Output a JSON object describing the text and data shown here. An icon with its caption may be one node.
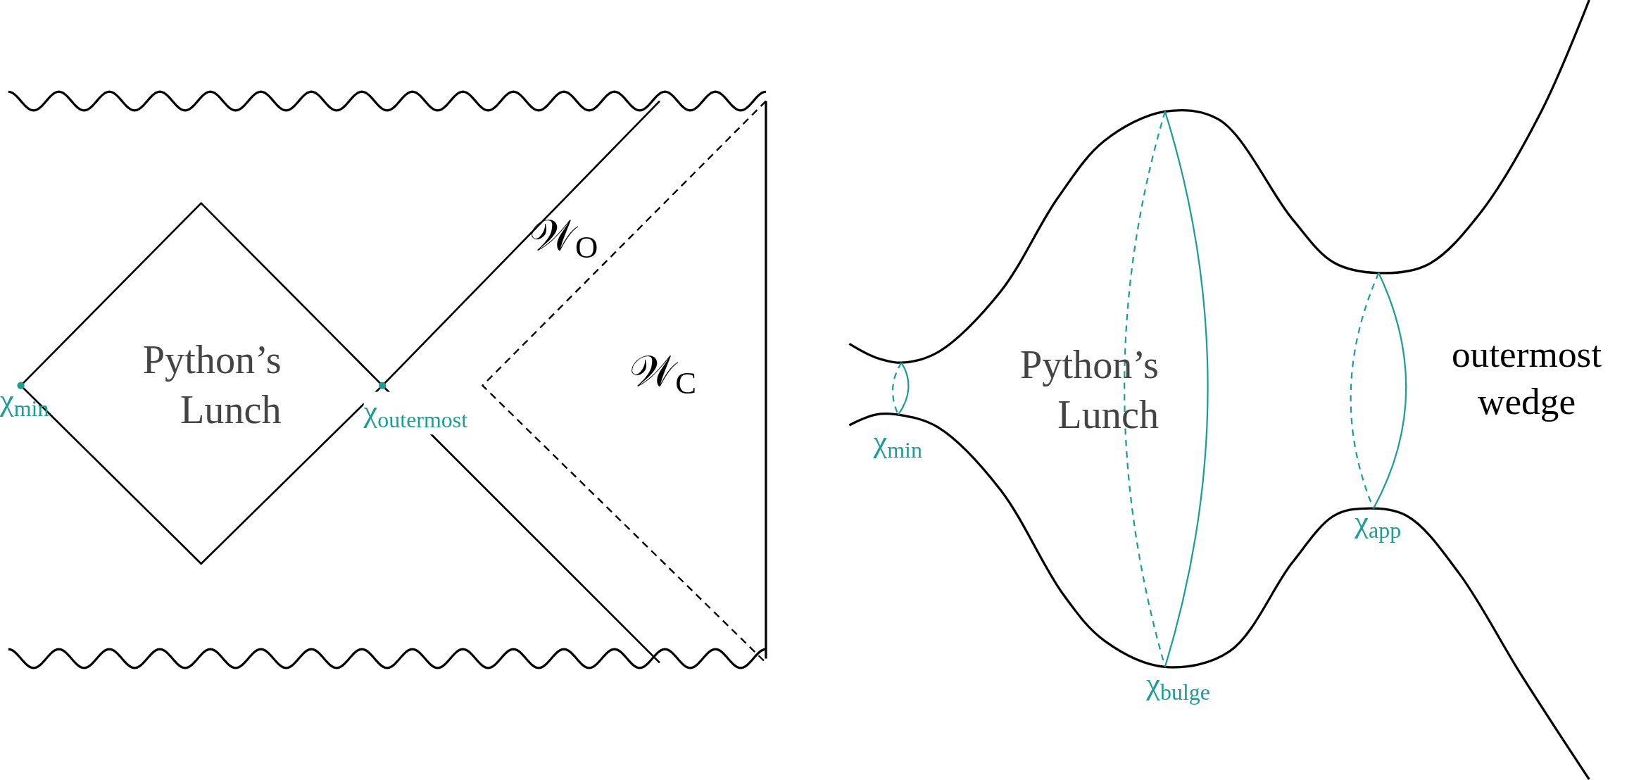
{
  "diagram": {
    "labels": [
      "𝒲$_{O}$",
      "Python’s Lunch",
      "𝒲$_{C}$",
      "χ$_{min}$",
      "χ$_{outermost}$",
      "Python’s Lunch",
      "outermost wedge",
      "χ$_{min}$",
      "χ$_{app}$",
      "χ$_{bulge}$"
    ]
  }
}
